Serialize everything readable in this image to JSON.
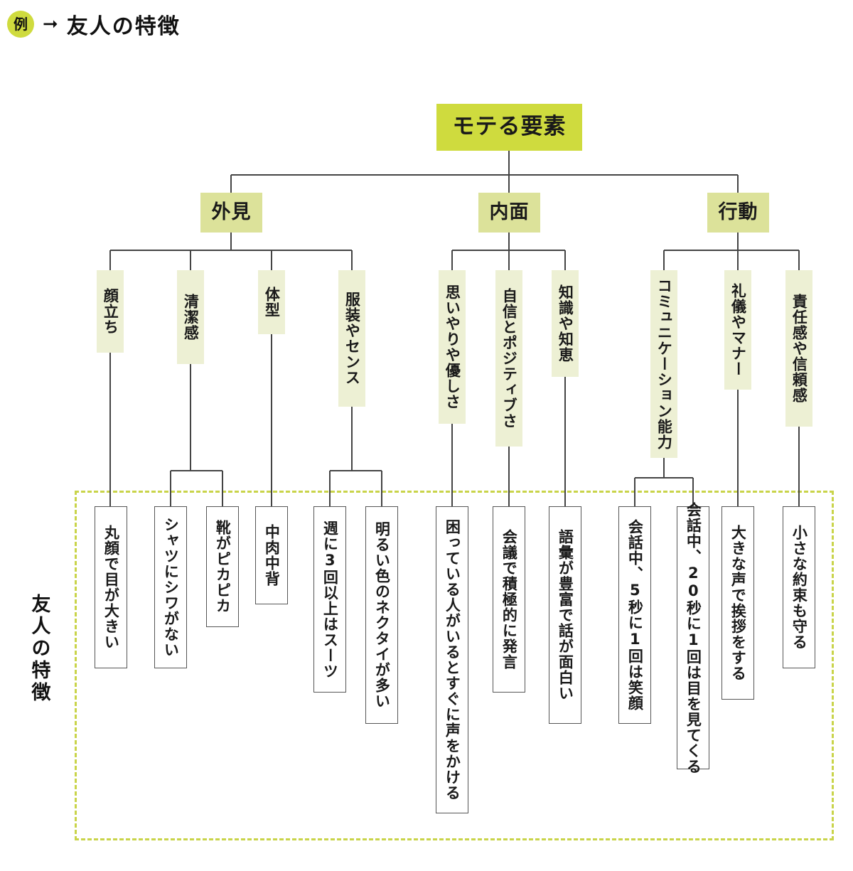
{
  "header": {
    "badge": "例",
    "arrow": "arrow-right-icon",
    "title": "友人の特徴"
  },
  "group": {
    "label": "友人の特徴",
    "border_color": "#c9d44a",
    "style": "dashed"
  },
  "colors": {
    "root_fill": "#cfdb3e",
    "level2_fill": "#dce29a",
    "level3_fill": "#edf0d4",
    "leaf_fill": "#ffffff",
    "leaf_border": "#555555",
    "connector": "#444444",
    "text": "#111111"
  },
  "chart_data": {
    "type": "tree",
    "title": "友人の特徴",
    "root": "モテる要素",
    "branches": [
      {
        "label": "外見",
        "children": [
          {
            "label": "顔立ち",
            "leaves": [
              "丸顔で目が大きい"
            ]
          },
          {
            "label": "清潔感",
            "leaves": [
              "シャツにシワがない",
              "靴がピカピカ"
            ]
          },
          {
            "label": "体型",
            "leaves": [
              "中肉中背"
            ]
          },
          {
            "label": "服装やセンス",
            "leaves": [
              "週に3回以上はスーツ",
              "明るい色のネクタイが多い"
            ]
          }
        ]
      },
      {
        "label": "内面",
        "children": [
          {
            "label": "思いやりや優しさ",
            "leaves": [
              "困っている人がいるとすぐに声をかける"
            ]
          },
          {
            "label": "自信とポジティブさ",
            "leaves": [
              "会議で積極的に発言"
            ]
          },
          {
            "label": "知識や知恵",
            "leaves": [
              "語彙が豊富で話が面白い"
            ]
          }
        ]
      },
      {
        "label": "行動",
        "children": [
          {
            "label": "コミュニケーション能力",
            "leaves": [
              "会話中、5秒に1回は笑顔",
              "会話中、20秒に1回は目を見てくる"
            ]
          },
          {
            "label": "礼儀やマナー",
            "leaves": [
              "大きな声で挨拶をする"
            ]
          },
          {
            "label": "責任感や信頼感",
            "leaves": [
              "小さな約束も守る"
            ]
          }
        ]
      }
    ]
  },
  "nodes": {
    "root": "モテる要素",
    "l2": {
      "appearance": "外見",
      "inner": "内面",
      "behavior": "行動"
    },
    "l3": {
      "face": "顔立ち",
      "cleanliness": "清潔感",
      "physique": "体型",
      "fashion": "服装やセンス",
      "kindness": "思いやりや優しさ",
      "confidence": "自信とポジティブさ",
      "knowledge": "知識や知恵",
      "communication": "コミュニケーション能力",
      "manners": "礼儀やマナー",
      "responsibility": "責任感や信頼感"
    },
    "leaves": {
      "round_face": "丸顔で目が大きい",
      "no_wrinkle": "シャツにシワがない",
      "shiny_shoes": "靴がピカピカ",
      "average_build": "中肉中背",
      "suit_3times": "週に3回以上はスーツ",
      "bright_tie": "明るい色のネクタイが多い",
      "help_people": "困っている人がいるとすぐに声をかける",
      "speak_up": "会議で積極的に発言",
      "rich_vocab": "語彙が豊富で話が面白い",
      "smile_5sec": "会話中、5秒に1回は笑顔",
      "eye_20sec": "会話中、20秒に1回は目を見てくる",
      "loud_greeting": "大きな声で挨拶をする",
      "keep_promise": "小さな約束も守る"
    }
  }
}
